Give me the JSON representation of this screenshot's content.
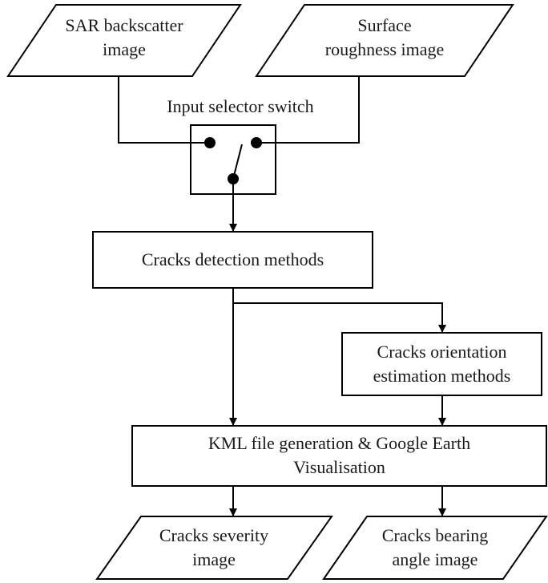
{
  "nodes": {
    "sar_input": {
      "line1": "SAR backscatter",
      "line2": "image"
    },
    "roughness_input": {
      "line1": "Surface",
      "line2": "roughness image"
    },
    "selector_switch": {
      "label": "Input selector switch"
    },
    "detection": {
      "label": "Cracks detection methods"
    },
    "orientation": {
      "line1": "Cracks orientation",
      "line2": "estimation methods"
    },
    "kml": {
      "line1": "KML file generation & Google Earth",
      "line2": "Visualisation"
    },
    "severity_output": {
      "line1": "Cracks severity",
      "line2": "image"
    },
    "bearing_output": {
      "line1": "Cracks bearing",
      "line2": "angle image"
    }
  },
  "colors": {
    "stroke": "#000000",
    "text": "#1a1a1a",
    "background": "#ffffff"
  }
}
